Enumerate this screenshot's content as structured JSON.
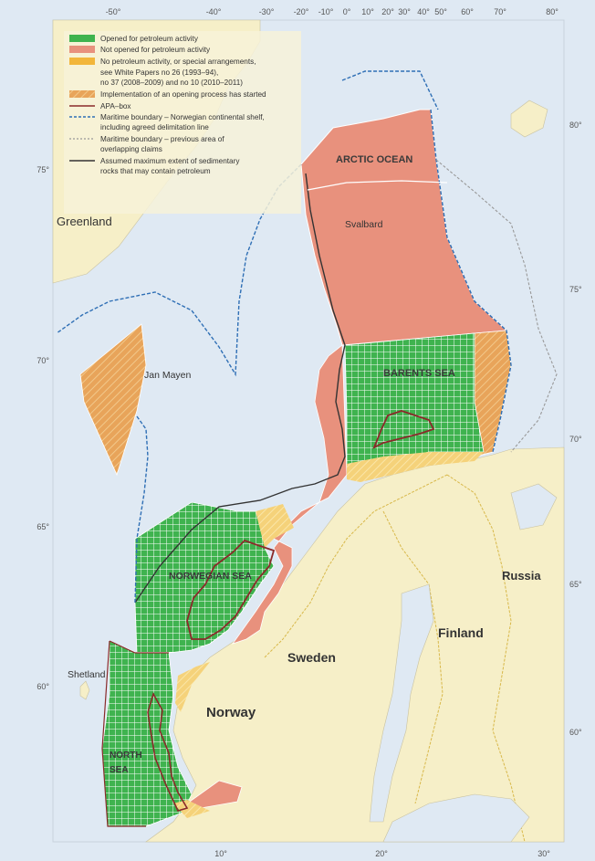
{
  "legend": {
    "items": [
      {
        "label": "Opened for petroleum activity",
        "color": "#3fb34f"
      },
      {
        "label": "Not opened for petroleum activity",
        "color": "#e8917d"
      },
      {
        "label": "No petroleum activity, or special arrangements,",
        "color": "#f2b63b"
      },
      {
        "label": "see White Papers no 26 (1993–94),",
        "color": ""
      },
      {
        "label": "no 37 (2008–2009) and no 10 (2010–2011)",
        "color": ""
      },
      {
        "label": "Implementation of an opening process has started",
        "color": "#e8a45a"
      },
      {
        "label": "APA–box",
        "color": "#8a2a2a"
      },
      {
        "label": "Maritime boundary – Norwegian continental shelf,",
        "color": "#2f6fb5"
      },
      {
        "label": "including agreed delimitation line",
        "color": ""
      },
      {
        "label": "Maritime boundary – previous area of",
        "color": "#999999"
      },
      {
        "label": "overlapping claims",
        "color": ""
      },
      {
        "label": "Assumed maximum extent of sedimentary",
        "color": "#333333"
      },
      {
        "label": "rocks that may contain petroleum",
        "color": ""
      }
    ]
  },
  "top_ticks": [
    "-50°",
    "-40°",
    "-30°",
    "-20°",
    "-10°",
    "0°",
    "10°",
    "20°",
    "30°",
    "40°",
    "50°",
    "60°",
    "70°",
    "80°"
  ],
  "bottom_ticks": [
    "10°",
    "20°",
    "30°"
  ],
  "left_ticks": [
    "75°",
    "70°",
    "65°",
    "60°"
  ],
  "right_ticks": [
    "80°",
    "75°",
    "70°",
    "65°",
    "60°"
  ],
  "places": {
    "greenland": "Greenland",
    "svalbard": "Svalbard",
    "jan_mayen": "Jan Mayen",
    "shetland": "Shetland",
    "norway": "Norway",
    "sweden": "Sweden",
    "finland": "Finland",
    "russia": "Russia"
  },
  "seas": {
    "arctic": "ARCTIC OCEAN",
    "barents": "BARENTS SEA",
    "norwegian": "NORWEGIAN SEA",
    "north_1": "NORTH",
    "north_2": "SEA"
  },
  "colors": {
    "sea": "#dfe9f3",
    "land": "#f6efc8",
    "open": "#3fb34f",
    "closed": "#e8917d",
    "special": "#f2c45a",
    "opening": "#e8a45a",
    "apa": "#8a2a2a",
    "boundary": "#2f6fb5",
    "previous": "#999999",
    "sediment": "#333333"
  }
}
